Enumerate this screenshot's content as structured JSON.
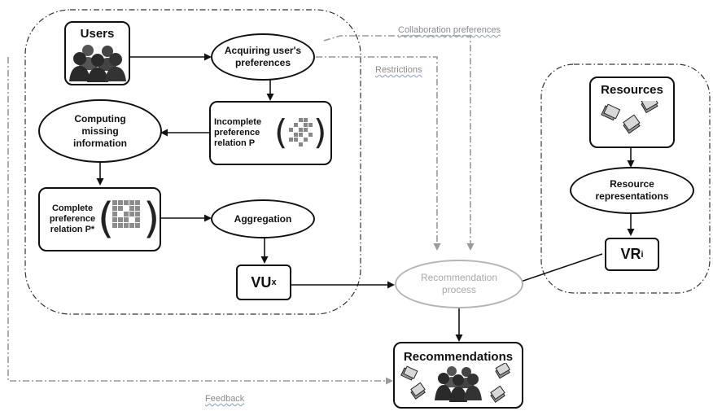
{
  "nodes": {
    "users": "Users",
    "acquiring": "Acquiring user's preferences",
    "incomplete": "Incomplete preference relation P",
    "computing": "Computing missing information",
    "complete": "Complete preference relation P*",
    "aggregation": "Aggregation",
    "vu": "VU",
    "vu_sub": "x",
    "resources": "Resources",
    "resource_repr": "Resource representations",
    "vr": "VR",
    "vr_sub": "i",
    "recommendation_process": "Recommendation process",
    "recommendations": "Recommendations"
  },
  "labels": {
    "collaboration": "Collaboration preferences",
    "restrictions": "Restrictions",
    "feedback": "Feedback"
  },
  "colors": {
    "stroke": "#111111",
    "dashed": "#9a9a9a",
    "faded": "#a8a8a8"
  }
}
